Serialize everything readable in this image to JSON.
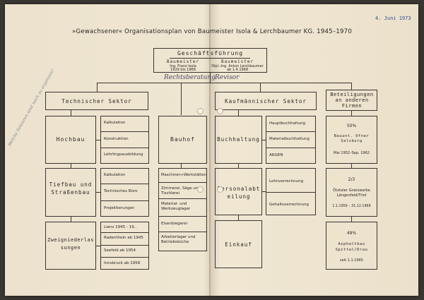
{
  "date_stamp": "4. Juni 1973",
  "title": "»Gewachsener« Organisationsplan von Baumeister Isola & Lerchbaumer KG. 1945–1970",
  "top": {
    "heading": "Geschäftsführung",
    "left_role": "Baumeister",
    "left_name": "Ing. Franz Isola",
    "left_dates": "1929 bis 1968",
    "right_role": "Baumeister",
    "right_name": "Dipl.-Ing. Anton Lerchbaumer",
    "right_dates": "ab 1.4.1968"
  },
  "handwritten": {
    "under_top_left": "Rechtsberatung",
    "under_top_right": "Revisor",
    "margin": "Welche Sektoren sind noch zu ergänzen?"
  },
  "sectors": {
    "tech": "Technischer Sektor",
    "kauf": "Kaufmännischer Sektor",
    "beteil": "Beteiligungen an anderen Firmen"
  },
  "tech": {
    "hochbau": "Hochbau",
    "hochbau_items": [
      "Kalkulation",
      "Konstruktion",
      "Lehrlingsausbildung"
    ],
    "tiefbau": "Tiefbau und Straßenbau",
    "tiefbau_items": [
      "Kalkulation",
      "Technisches Büro",
      "Projektierungen"
    ],
    "zweig": "Zweigniederlassungen",
    "zweig_items": [
      "Lienz 1945 - 19..",
      "Radenthein ab 1945",
      "Seefeld ab 1954",
      "Innsbruck ab 1958"
    ]
  },
  "bauhof": {
    "label": "Bauhof",
    "items": [
      "Maschinen+Werkstätten",
      "Zimmerei, Säge und Tischlerei",
      "Material- und Werkzeuglager",
      "Eisenbiegerei",
      "Arbeiterlager und Betriebsküche"
    ]
  },
  "kauf": {
    "buch": "Buchhaltung",
    "buch_items": [
      "Hauptbuchhaltung",
      "Materialbuchhaltung",
      "ARGEN"
    ],
    "personal": "Personalabteilung",
    "personal_items": [
      "Lohnverrechnung",
      "Gehaltsverrechnung"
    ],
    "einkauf": "Einkauf"
  },
  "beteil": [
    {
      "pct": "50%",
      "name": "Bauunt. Ofner Salzburg",
      "dates": "Mai 1952–Sep. 1962"
    },
    {
      "pct": "2/3",
      "name": "Ötztaler Gneiswerke Längenfeld/Tirol",
      "dates": "1.1.1959 – 31.12.1966"
    },
    {
      "pct": "49%",
      "name": "Asphaltbau Spittal/Drau",
      "dates": "seit 1.1.1965"
    }
  ]
}
